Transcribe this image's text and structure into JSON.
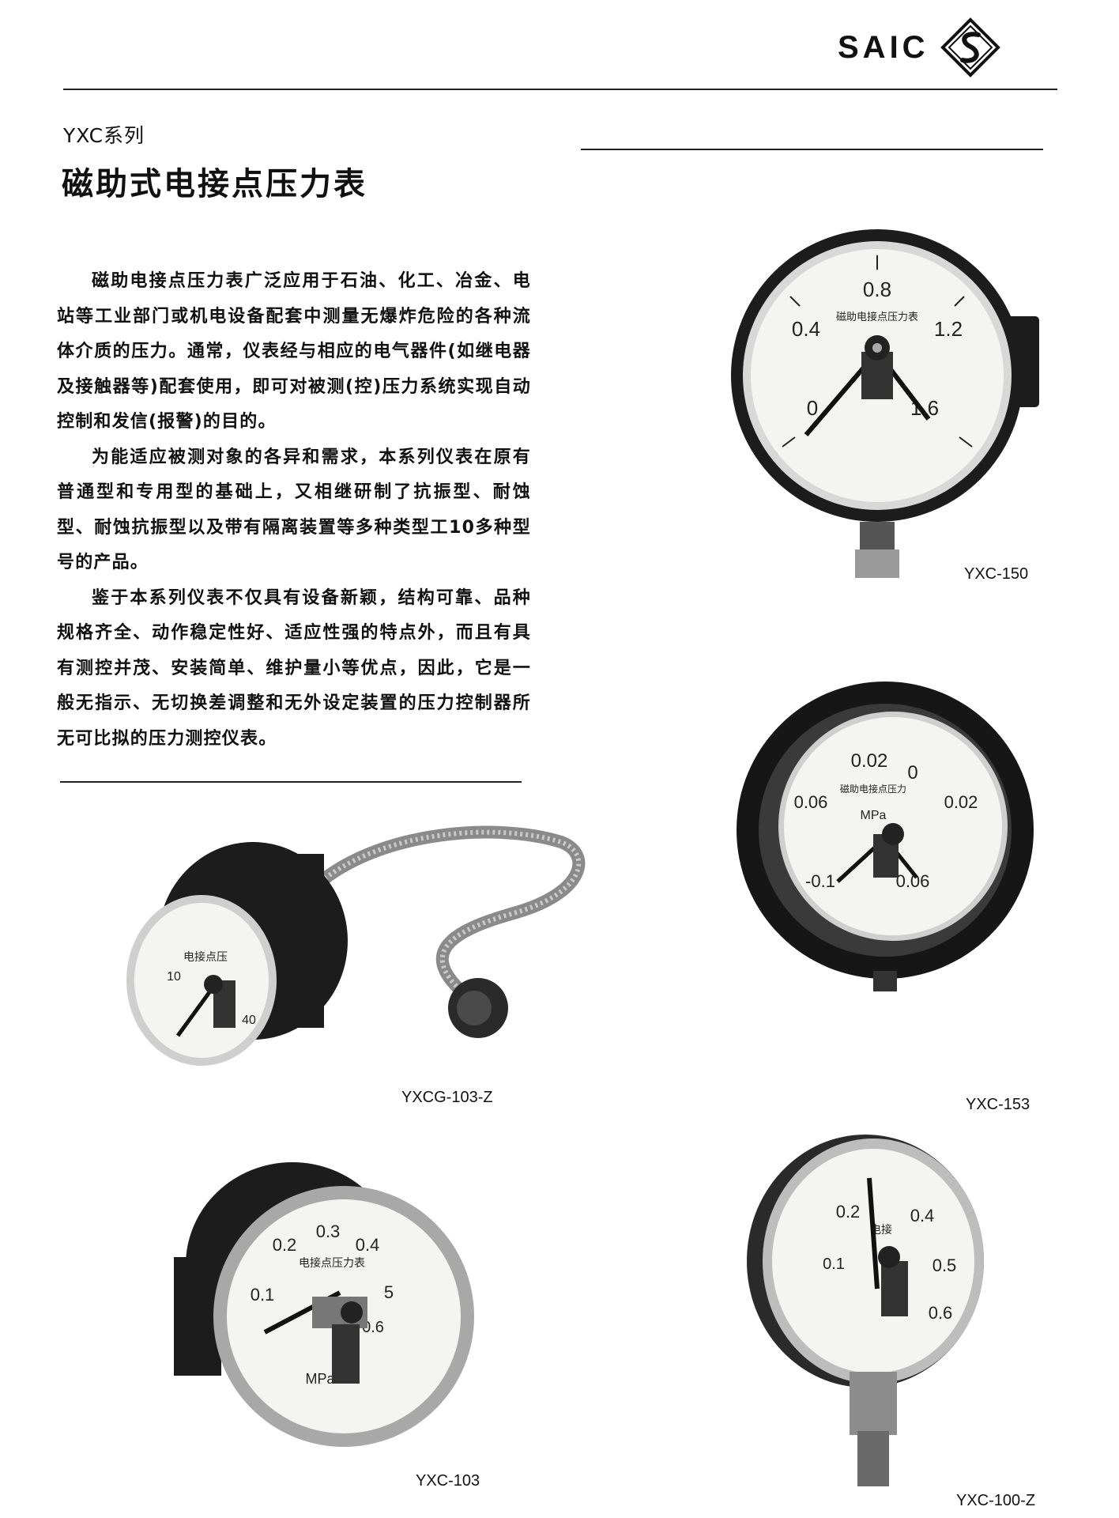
{
  "header": {
    "brand_name": "SAIC",
    "brand_logo": "saic-s-diamond-logo"
  },
  "series_label": "YXC系列",
  "page_title": "磁助式电接点压力表",
  "paragraphs": [
    "磁助电接点压力表广泛应用于石油、化工、冶金、电站等工业部门或机电设备配套中测量无爆炸危险的各种流体介质的压力。通常，仪表经与相应的电气器件(如继电器及接触器等)配套使用，即可对被测(控)压力系统实现自动控制和发信(报警)的目的。",
    "为能适应被测对象的各异和需求，本系列仪表在原有普通型和专用型的基础上，又相继研制了抗振型、耐蚀型、耐蚀抗振型以及带有隔离装置等多种类型工10多种型号的产品。",
    "鉴于本系列仪表不仅具有设备新颖，结构可靠、品种规格齐全、动作稳定性好、适应性强的特点外，而且有具有测控并茂、安装简单、维护量小等优点，因此，它是一般无指示、无切换差调整和无外设定装置的压力控制器所无可比拟的压力测控仪表。"
  ],
  "products": {
    "yxc150": {
      "caption": "YXC-150",
      "dial_title": "磁助电接点压力表",
      "scale": [
        "0",
        "0.4",
        "0.8",
        "1.2",
        "1.6"
      ]
    },
    "yxc153": {
      "caption": "YXC-153",
      "dial_title": "磁助电接点压力",
      "unit": "MPa",
      "scale": [
        "-0.1",
        "0.06",
        "0.02",
        "0",
        "0.02",
        "0.06"
      ]
    },
    "yxcg103z": {
      "caption": "YXCG-103-Z",
      "dial_title": "电接点压",
      "scale": [
        "10",
        "40"
      ]
    },
    "yxc103": {
      "caption": "YXC-103",
      "dial_title": "电接点压力表",
      "unit": "MPa",
      "scale": [
        "0.1",
        "0.2",
        "0.3",
        "0.4",
        "5",
        "0.6"
      ]
    },
    "yxc100z": {
      "caption": "YXC-100-Z",
      "dial_title": "电接",
      "scale": [
        "0.1",
        "0.2",
        "0.4",
        "0.5",
        "0.6"
      ]
    }
  },
  "colors": {
    "ink": "#111111",
    "rule": "#222222",
    "gauge_dark": "#1c1c1c",
    "gauge_face": "#f4f4f2"
  }
}
